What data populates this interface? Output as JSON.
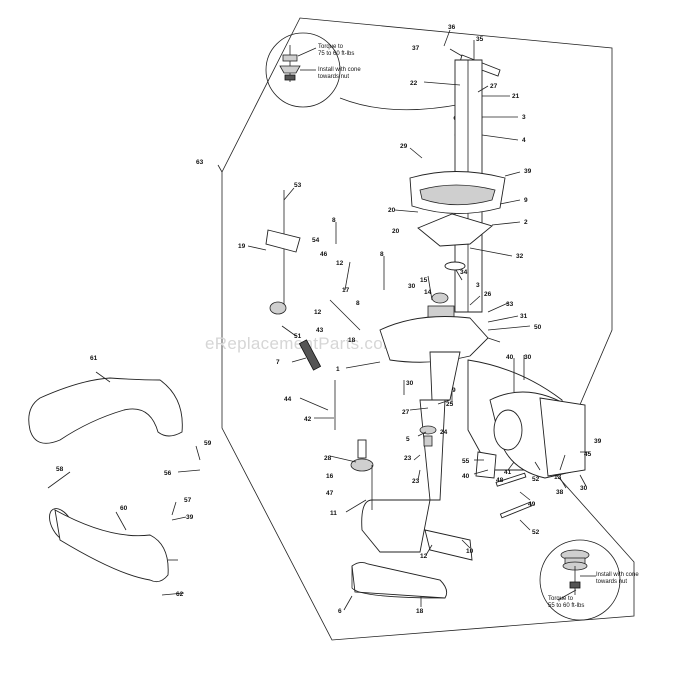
{
  "watermark": "eReplacementParts.com",
  "callouts": {
    "top": {
      "torque": "Torque to\n75 to 60 ft-lbs",
      "install": "Install with cone\ntowards nut"
    },
    "bottom": {
      "install": "Install with cone\ntowards nut",
      "torque": "Torque to\n55 to 60 ft-lbs"
    }
  },
  "labels": [
    {
      "id": "l36",
      "text": "36"
    },
    {
      "id": "l35",
      "text": "35"
    },
    {
      "id": "l37",
      "text": "37"
    },
    {
      "id": "l22",
      "text": "22"
    },
    {
      "id": "l27a",
      "text": "27"
    },
    {
      "id": "l21",
      "text": "21"
    },
    {
      "id": "l3a",
      "text": "3"
    },
    {
      "id": "l4",
      "text": "4"
    },
    {
      "id": "l29a",
      "text": "29"
    },
    {
      "id": "l39",
      "text": "39"
    },
    {
      "id": "l63",
      "text": "63"
    },
    {
      "id": "l53",
      "text": "53"
    },
    {
      "id": "l9",
      "text": "9"
    },
    {
      "id": "l20a",
      "text": "20"
    },
    {
      "id": "l2",
      "text": "2"
    },
    {
      "id": "l8a",
      "text": "8"
    },
    {
      "id": "l20b",
      "text": "20"
    },
    {
      "id": "l19",
      "text": "19"
    },
    {
      "id": "l54",
      "text": "54"
    },
    {
      "id": "l46",
      "text": "46"
    },
    {
      "id": "l8b",
      "text": "8"
    },
    {
      "id": "l12a",
      "text": "12"
    },
    {
      "id": "l34",
      "text": "34"
    },
    {
      "id": "l32",
      "text": "32"
    },
    {
      "id": "l15",
      "text": "15"
    },
    {
      "id": "l30a",
      "text": "30"
    },
    {
      "id": "l14",
      "text": "14"
    },
    {
      "id": "l3b",
      "text": "3"
    },
    {
      "id": "l26",
      "text": "26"
    },
    {
      "id": "l17",
      "text": "17"
    },
    {
      "id": "l33",
      "text": "33"
    },
    {
      "id": "l8c",
      "text": "8"
    },
    {
      "id": "l12b",
      "text": "12"
    },
    {
      "id": "l31",
      "text": "31"
    },
    {
      "id": "l43",
      "text": "43"
    },
    {
      "id": "l50",
      "text": "50"
    },
    {
      "id": "l51",
      "text": "51"
    },
    {
      "id": "l18",
      "text": "18"
    },
    {
      "id": "l40a",
      "text": "40"
    },
    {
      "id": "l30b",
      "text": "30"
    },
    {
      "id": "l7",
      "text": "7"
    },
    {
      "id": "l1",
      "text": "1"
    },
    {
      "id": "l30c",
      "text": "30"
    },
    {
      "id": "l9b",
      "text": "9"
    },
    {
      "id": "l61",
      "text": "61"
    },
    {
      "id": "l44",
      "text": "44"
    },
    {
      "id": "l27b",
      "text": "27"
    },
    {
      "id": "l25",
      "text": "25"
    },
    {
      "id": "l42",
      "text": "42"
    },
    {
      "id": "l24",
      "text": "24"
    },
    {
      "id": "l5",
      "text": "5"
    },
    {
      "id": "l28",
      "text": "28"
    },
    {
      "id": "l59",
      "text": "59"
    },
    {
      "id": "l23a",
      "text": "23"
    },
    {
      "id": "l56",
      "text": "56"
    },
    {
      "id": "l16",
      "text": "16"
    },
    {
      "id": "l47",
      "text": "47"
    },
    {
      "id": "l55",
      "text": "55"
    },
    {
      "id": "l40b",
      "text": "40"
    },
    {
      "id": "l41",
      "text": "41"
    },
    {
      "id": "l52",
      "text": "52"
    },
    {
      "id": "l13",
      "text": "13"
    },
    {
      "id": "l39b",
      "text": "39"
    },
    {
      "id": "l45",
      "text": "45"
    },
    {
      "id": "l48",
      "text": "48"
    },
    {
      "id": "l38",
      "text": "38"
    },
    {
      "id": "l30d",
      "text": "30"
    },
    {
      "id": "l23b",
      "text": "23"
    },
    {
      "id": "l58",
      "text": "58"
    },
    {
      "id": "l57",
      "text": "57"
    },
    {
      "id": "l60",
      "text": "60"
    },
    {
      "id": "l39c",
      "text": "39"
    },
    {
      "id": "l11",
      "text": "11"
    },
    {
      "id": "l49",
      "text": "49"
    },
    {
      "id": "l10",
      "text": "10"
    },
    {
      "id": "l12c",
      "text": "12"
    },
    {
      "id": "l62",
      "text": "62"
    },
    {
      "id": "l18b",
      "text": "18"
    },
    {
      "id": "l6",
      "text": "6"
    },
    {
      "id": "l52b",
      "text": "52"
    }
  ]
}
